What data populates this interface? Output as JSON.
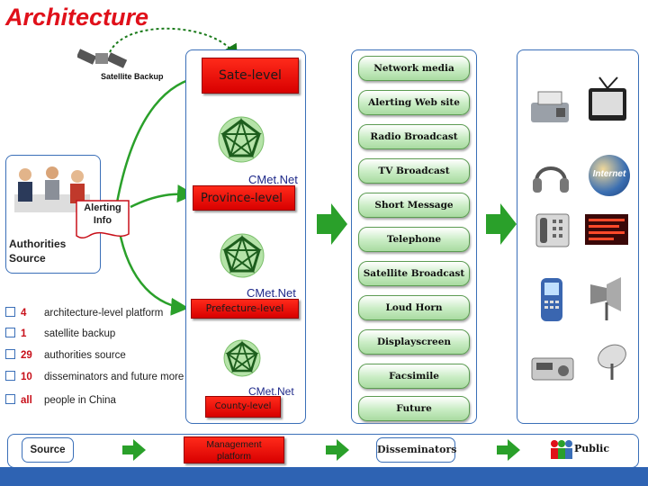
{
  "title": "Architecture",
  "satellite_backup_label": "Satellite Backup",
  "levels": {
    "sate": "Sate-level",
    "province": "Province-level",
    "prefecture": "Prefecture-level",
    "county": "County-level"
  },
  "cmetnet_label": "CMet.Net",
  "alerting_info": "Alerting\nInfo",
  "authorities_source": "Authorities\nSource",
  "disseminators": [
    "Network media",
    "Alerting Web site",
    "Radio Broadcast",
    "TV Broadcast",
    "Short Message",
    "Telephone",
    "Satellite Broadcast",
    "Loud Horn",
    "Displayscreen",
    "Facsimile",
    "Future"
  ],
  "internet_label": "Internet",
  "stats": [
    {
      "num": "4",
      "text": "architecture-level platform"
    },
    {
      "num": "1",
      "text": "satellite backup"
    },
    {
      "num": "29",
      "text": "authorities source"
    },
    {
      "num": "10",
      "text": "disseminators and future more"
    },
    {
      "num": "all",
      "text": "people in China"
    }
  ],
  "bottom": {
    "source": "Source",
    "management": "Management\nplatform",
    "disseminators": "Disseminators",
    "public": "Public"
  },
  "colors": {
    "accent_red": "#e0101a",
    "panel_blue": "#3a6fb8",
    "arrow_green": "#2aa02a",
    "pill_green": "#c8ecc3",
    "footer": "#2e63b3"
  }
}
